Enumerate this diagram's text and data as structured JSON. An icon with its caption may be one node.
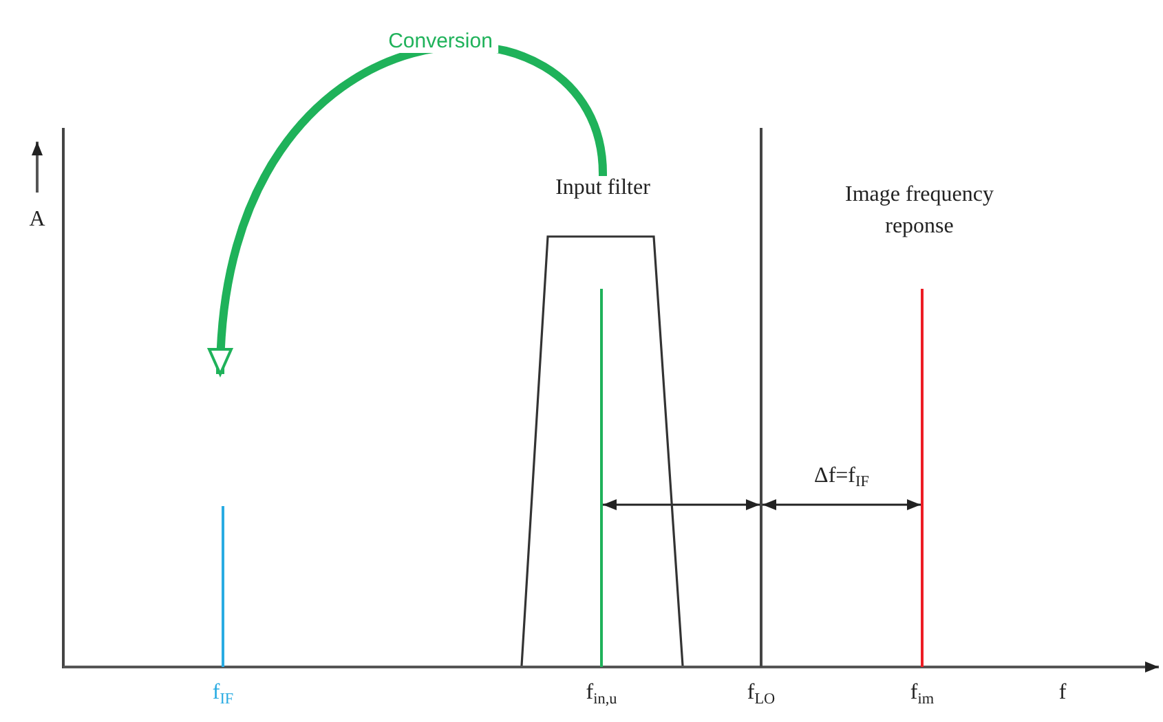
{
  "diagram": {
    "nodes": [
      {
        "text": [
          "Input filter"
        ]
      },
      {
        "text": [],
        "shape": "bar",
        "beside": [
          "f$_{IF}$"
        ]
      },
      {
        "text": [],
        "shape": "bar",
        "in": 0,
        "beside": [
          "f$_{in,u}$"
        ]
      },
      {
        "text": [],
        "shape": "bar",
        "beside": [
          "f$_{LO}$"
        ]
      },
      {
        "text": [],
        "shape": "bar",
        "beside": [
          "f$_{im}$"
        ]
      }
    ],
    "edges": [
      {
        "from": 0,
        "to": null,
        "arrow": "to",
        "label": "Conversion",
        "style": "thick",
        "color": "#1fb25a"
      },
      {
        "from": 2,
        "to": 3,
        "arrow": "both"
      },
      {
        "from": 3,
        "to": 4,
        "arrow": "both",
        "label": "Δf=f$_{IF}$"
      }
    ],
    "labels": [
      "A",
      "Image frequency reponse",
      "f"
    ]
  }
}
